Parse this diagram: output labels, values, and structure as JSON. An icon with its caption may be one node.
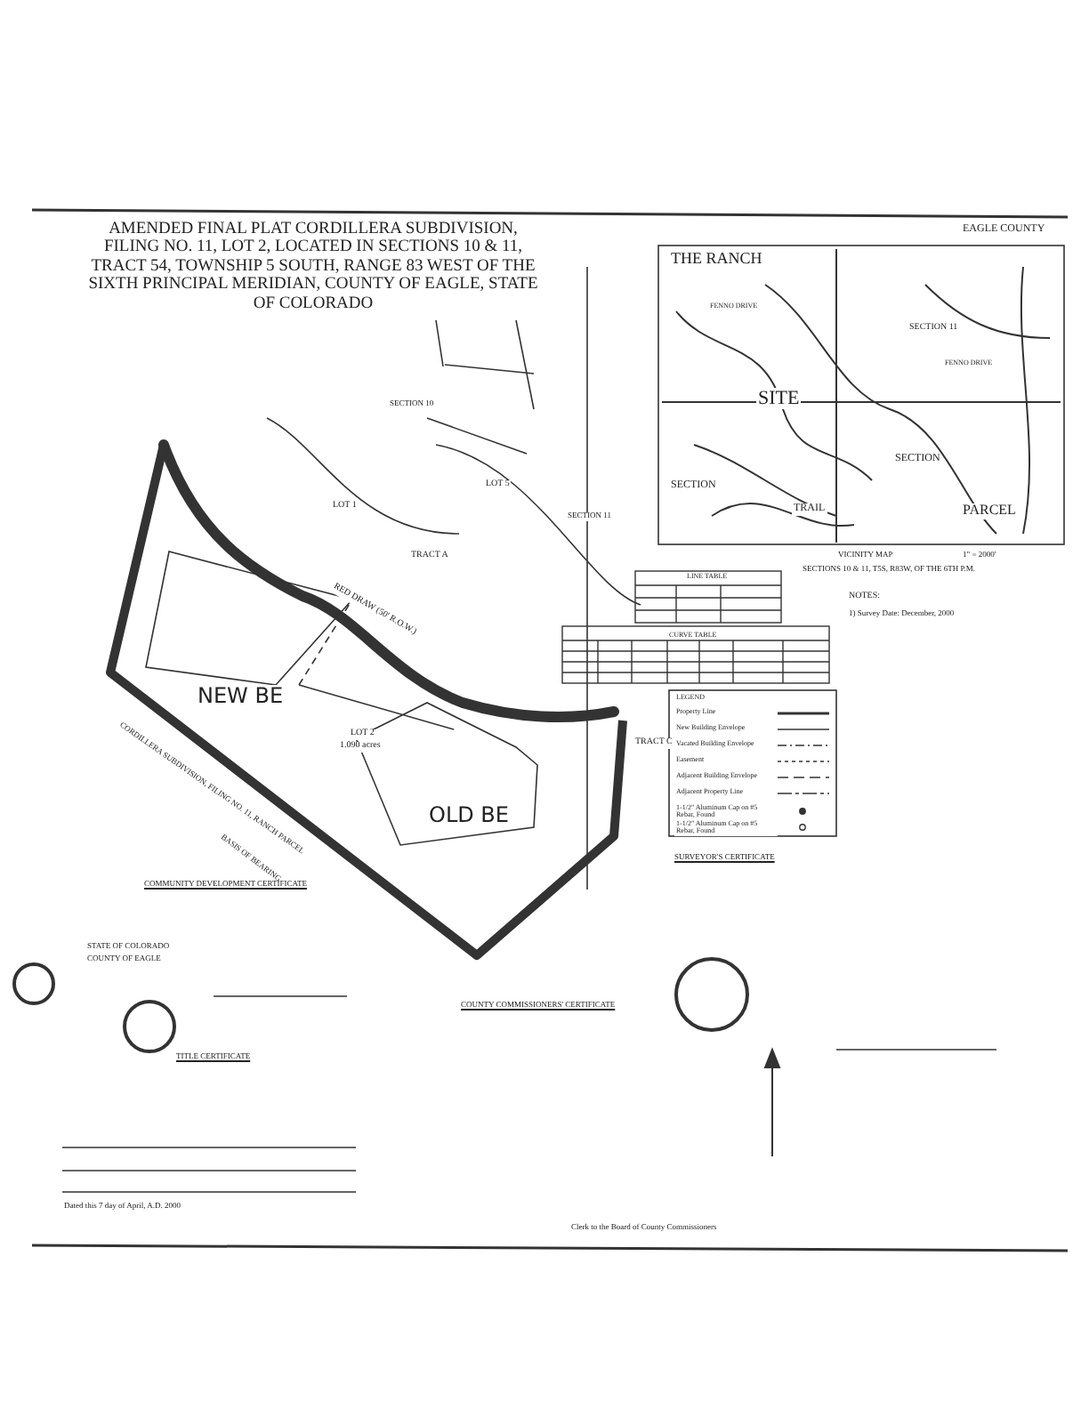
{
  "diagram": {
    "title": "AMENDED FINAL PLAT CORDILLERA SUBDIVISION, FILING NO. 11, LOT 2, LOCATED IN SECTIONS 10 & 11, TRACT 54, TOWNSHIP 5 SOUTH, RANGE 83 WEST OF THE SIXTH PRINCIPAL MERIDIAN, COUNTY OF EAGLE, STATE OF COLORADO",
    "labels": [
      "EAGLE COUNTY",
      "THE RANCH",
      "FENNO DRIVE",
      "SECTION 11",
      "FENNO DRIVE",
      "SITE",
      "SECTION",
      "SECTION",
      "TRAIL",
      "PARCEL",
      "VICINITY MAP",
      "1\" = 2000'",
      "SECTIONS 10 & 11, T5S, R83W, OF THE 6TH P.M.",
      "SECTION 10",
      "LOT 1",
      "LOT 5",
      "SECTION 11",
      "TRACT A",
      "RED DRAW (50' R.O.W.)",
      "NEW BE",
      "LOT 2",
      "1.090 acres",
      "OLD BE",
      "TRACT C",
      "CORDILLERA SUBDIVISION, FILING NO. 11, RANCH PARCEL",
      "BASIS OF BEARING",
      "LINE TABLE",
      "CURVE TABLE",
      "LEGEND",
      "NOTES:",
      "1) Survey Date: December, 2000",
      "COMMUNITY DEVELOPMENT CERTIFICATE",
      "STATE OF COLORADO",
      "COUNTY OF EAGLE",
      "TITLE CERTIFICATE",
      "Dated this 7 day of April, A.D. 2000",
      "SURVEYOR'S CERTIFICATE",
      "COUNTY COMMISSIONERS' CERTIFICATE",
      "Clerk to the Board of County Commissioners"
    ],
    "legend": [
      {
        "text": "Property Line"
      },
      {
        "text": "New Building Envelope"
      },
      {
        "text": "Vacated Building Envelope"
      },
      {
        "text": "Easement"
      },
      {
        "text": "Adjacent Building Envelope"
      },
      {
        "text": "Adjacent Property Line"
      },
      {
        "text": "1-1/2\" Aluminum Cap on #5 Rebar, Found"
      },
      {
        "text": "1-1/2\" Aluminum Cap on #5 Rebar, Found"
      }
    ]
  }
}
